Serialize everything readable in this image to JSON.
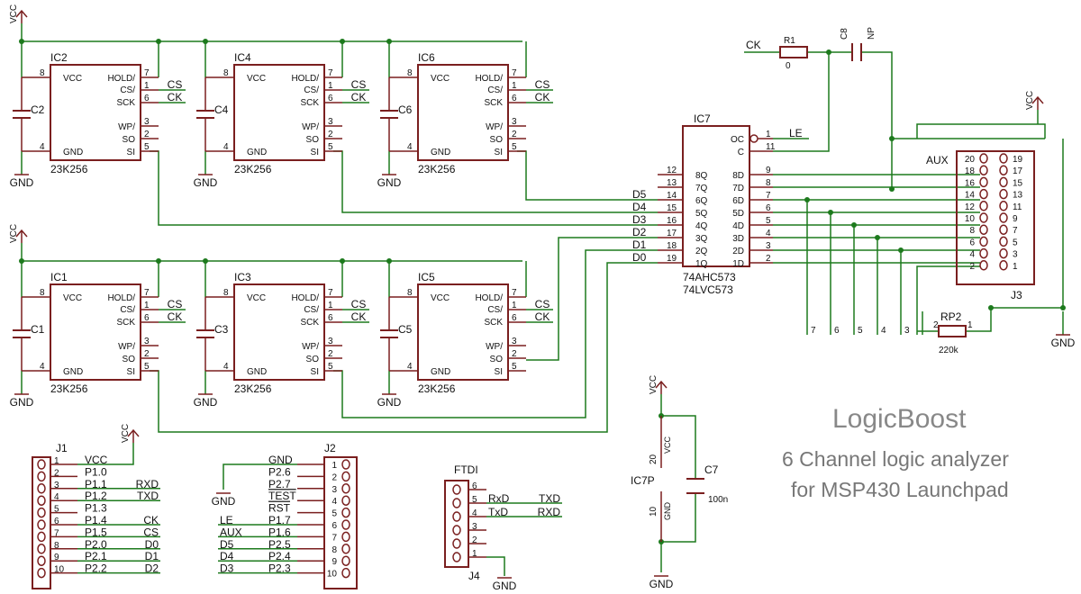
{
  "title": "LogicBoost",
  "subtitle_line1": "6 Channel logic analyzer",
  "subtitle_line2": "for MSP430 Launchpad",
  "power": {
    "vcc": "VCC",
    "gnd": "GND"
  },
  "sram": {
    "part": "23K256",
    "pins": {
      "vcc": "VCC",
      "hold": "HOLD/",
      "cs": "CS/",
      "sck": "SCK",
      "wp": "WP/",
      "so": "SO",
      "si": "SI",
      "gnd": "GND"
    },
    "pin_numbers": {
      "vcc": "8",
      "hold": "7",
      "cs": "1",
      "sck": "6",
      "wp": "3",
      "so": "2",
      "si": "5",
      "gnd": "4"
    },
    "net_cs": "CS",
    "net_ck": "CK",
    "chips": [
      {
        "name": "IC2",
        "cap": "C2"
      },
      {
        "name": "IC4",
        "cap": "C4"
      },
      {
        "name": "IC6",
        "cap": "C6"
      },
      {
        "name": "IC1",
        "cap": "C1"
      },
      {
        "name": "IC3",
        "cap": "C3"
      },
      {
        "name": "IC5",
        "cap": "C5"
      }
    ]
  },
  "latch": {
    "name": "IC7",
    "part1": "74AHC573",
    "part2": "74LVC573",
    "oc": "OC",
    "c": "C",
    "oc_pin": "1",
    "c_pin": "11",
    "le_net": "LE",
    "q_pins": [
      {
        "label": "8Q",
        "num": "12",
        "net": ""
      },
      {
        "label": "7Q",
        "num": "13",
        "net": ""
      },
      {
        "label": "6Q",
        "num": "14",
        "net": "D5"
      },
      {
        "label": "5Q",
        "num": "15",
        "net": "D4"
      },
      {
        "label": "4Q",
        "num": "16",
        "net": "D3"
      },
      {
        "label": "3Q",
        "num": "17",
        "net": "D2"
      },
      {
        "label": "2Q",
        "num": "18",
        "net": "D1"
      },
      {
        "label": "1Q",
        "num": "19",
        "net": "D0"
      }
    ],
    "d_pins": [
      {
        "label": "8D",
        "num": "9"
      },
      {
        "label": "7D",
        "num": "8"
      },
      {
        "label": "6D",
        "num": "7"
      },
      {
        "label": "5D",
        "num": "6"
      },
      {
        "label": "4D",
        "num": "5"
      },
      {
        "label": "3D",
        "num": "4"
      },
      {
        "label": "2D",
        "num": "3"
      },
      {
        "label": "1D",
        "num": "2"
      }
    ]
  },
  "r1": {
    "name": "R1",
    "value": "0",
    "net": "CK"
  },
  "c8": {
    "name": "C8",
    "value": "NP"
  },
  "j3": {
    "name": "J3",
    "aux": "AUX",
    "left_pins": [
      "20",
      "18",
      "16",
      "14",
      "12",
      "10",
      "8",
      "6",
      "4",
      "2"
    ],
    "right_pins": [
      "19",
      "17",
      "15",
      "13",
      "11",
      "9",
      "7",
      "5",
      "3",
      "1"
    ]
  },
  "rp2": {
    "name": "RP2",
    "value": "220k",
    "pin_left": "2",
    "pin_right": "1",
    "taps": [
      "7",
      "6",
      "5",
      "4",
      "3"
    ]
  },
  "j1": {
    "name": "J1",
    "rows": [
      {
        "num": "1",
        "sig": "VCC",
        "net": ""
      },
      {
        "num": "2",
        "sig": "P1.0",
        "net": ""
      },
      {
        "num": "3",
        "sig": "P1.1",
        "net": "RXD"
      },
      {
        "num": "4",
        "sig": "P1.2",
        "net": "TXD"
      },
      {
        "num": "5",
        "sig": "P1.3",
        "net": ""
      },
      {
        "num": "6",
        "sig": "P1.4",
        "net": "CK"
      },
      {
        "num": "7",
        "sig": "P1.5",
        "net": "CS"
      },
      {
        "num": "8",
        "sig": "P2.0",
        "net": "D0"
      },
      {
        "num": "9",
        "sig": "P2.1",
        "net": "D1"
      },
      {
        "num": "10",
        "sig": "P2.2",
        "net": "D2"
      }
    ]
  },
  "j2": {
    "name": "J2",
    "rows": [
      {
        "num": "1",
        "sig": "GND",
        "net": ""
      },
      {
        "num": "2",
        "sig": "P2.6",
        "net": ""
      },
      {
        "num": "3",
        "sig": "P2.7",
        "net": ""
      },
      {
        "num": "4",
        "sig": "TEST",
        "net": ""
      },
      {
        "num": "5",
        "sig": "RST",
        "net": ""
      },
      {
        "num": "6",
        "sig": "P1.7",
        "net": "LE"
      },
      {
        "num": "7",
        "sig": "P1.6",
        "net": "AUX"
      },
      {
        "num": "8",
        "sig": "P2.5",
        "net": "D5"
      },
      {
        "num": "9",
        "sig": "P2.4",
        "net": "D4"
      },
      {
        "num": "10",
        "sig": "P2.3",
        "net": "D3"
      }
    ]
  },
  "ftdi": {
    "label": "FTDI",
    "name": "J4",
    "pins": [
      "6",
      "5",
      "4",
      "3",
      "2",
      "1"
    ],
    "sig_rx": "RxD",
    "sig_tx": "TxD",
    "net_rx": "TXD",
    "net_tx": "RXD"
  },
  "ic7p": {
    "name": "IC7P",
    "vcc_pin": "20",
    "gnd_pin": "10",
    "vcc_label": "VCC",
    "gnd_label": "GND",
    "cap": "C7",
    "cap_value": "100n"
  }
}
